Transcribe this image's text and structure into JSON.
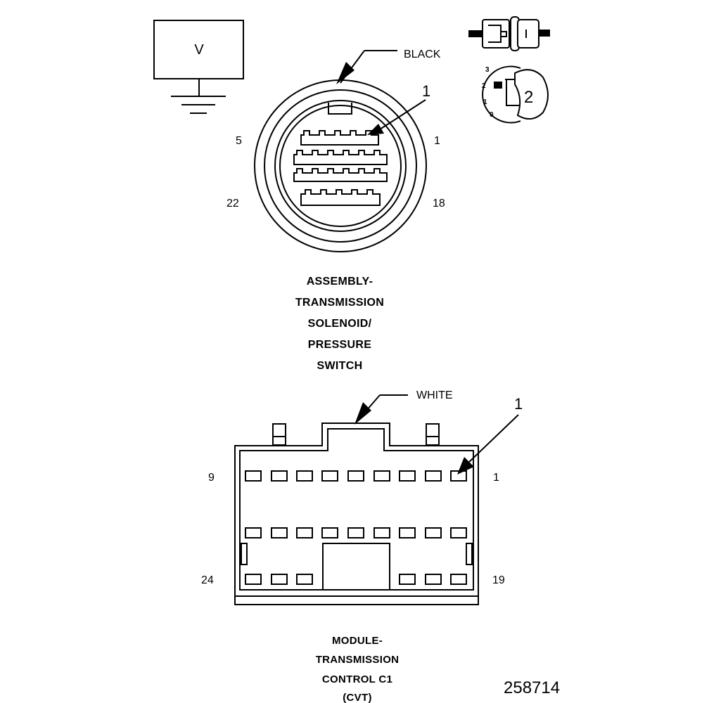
{
  "meter": {
    "label": "V"
  },
  "connector1": {
    "color_label": "BLACK",
    "callout": "1",
    "pins": {
      "top_left": "5",
      "top_right": "1",
      "bottom_left": "22",
      "bottom_right": "18"
    },
    "title_lines": [
      "ASSEMBLY-",
      "TRANSMISSION",
      "SOLENOID/",
      "PRESSURE",
      "SWITCH"
    ]
  },
  "key_icon": {
    "positions": [
      "3",
      "2",
      "1",
      "0"
    ],
    "selected": "2"
  },
  "connector2": {
    "color_label": "WHITE",
    "callout": "1",
    "pins": {
      "top_left": "9",
      "top_right": "1",
      "bottom_left": "24",
      "bottom_right": "19"
    },
    "title_lines": [
      "MODULE-",
      "TRANSMISSION",
      "CONTROL C1",
      "(CVT)"
    ]
  },
  "figure_number": "258714"
}
